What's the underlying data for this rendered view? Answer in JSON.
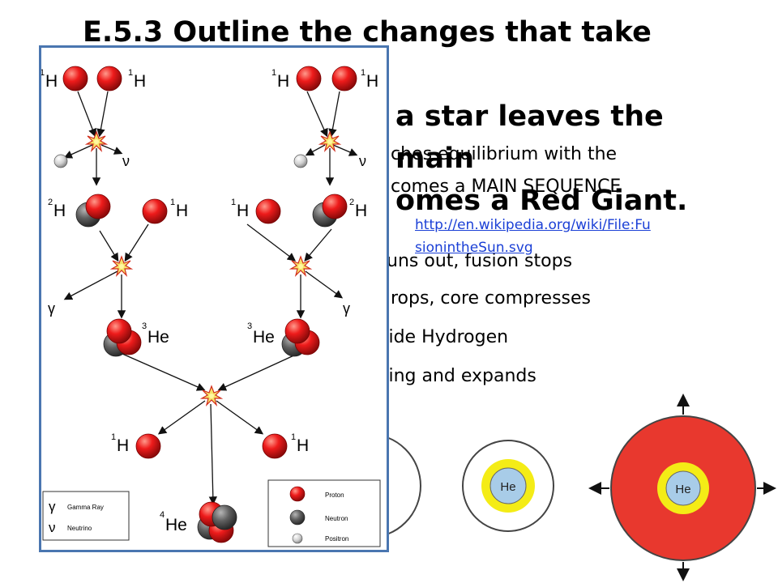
{
  "title": {
    "line1": "E.5.3 Outline the changes that take place in",
    "line2": "a star leaves the main",
    "line3": "omes a Red Giant."
  },
  "bullets": {
    "b1a": "ches equilibrium with the",
    "b1b": "comes a MAIN SEQUENCE",
    "b2": "runs out, fusion stops",
    "b3": "drops, core compresses",
    "b4": "side Hydrogen",
    "b5": "sing and expands"
  },
  "source_link": {
    "line1": "http://en.wikipedia.org/wiki/File:Fu",
    "line2": "sionintheSun.svg"
  },
  "diagram": {
    "h": "H",
    "he": "He",
    "sup1": "1",
    "sup2": "2",
    "sup3": "3",
    "sup4": "4",
    "nu": "ν",
    "gamma": "γ",
    "legend_left": {
      "gamma_symbol": "γ",
      "gamma_label": "Gamma Ray",
      "nu_symbol": "ν",
      "nu_label": "Neutrino"
    },
    "legend_right": {
      "proton": "Proton",
      "neutron": "Neutron",
      "positron": "Positron"
    }
  },
  "stars": {
    "core_label": "He",
    "colors": {
      "red_giant": "#e8382e",
      "helium_shell": "#f4ec16",
      "core": "#a8cce8"
    }
  }
}
